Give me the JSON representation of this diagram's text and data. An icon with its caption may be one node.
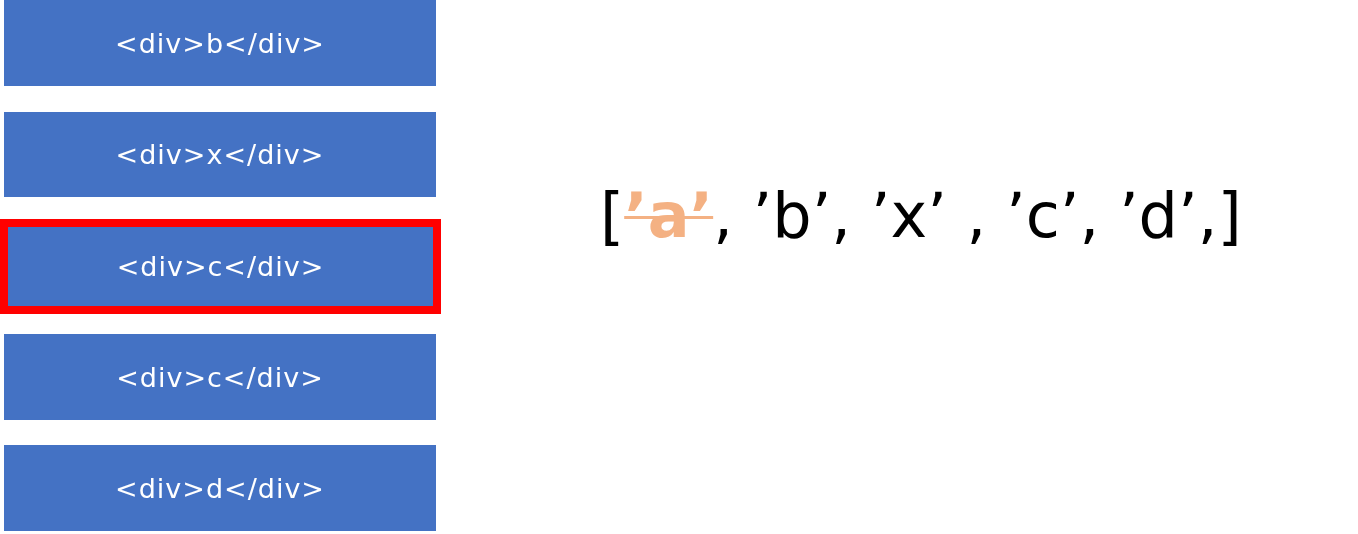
{
  "diagram": {
    "nodes": [
      {
        "text": [
          "<div>b</div>"
        ]
      },
      {
        "text": [
          "<div>x</div>"
        ]
      },
      {
        "text": [
          "<div>c</div>"
        ]
      },
      {
        "text": [
          "<div>c</div>"
        ]
      },
      {
        "text": [
          "<div>d</div>"
        ]
      }
    ],
    "labels": [
      "[",
      "’a’",
      ", ’b’, ’x’ , ’c’, ’d’,]"
    ]
  }
}
